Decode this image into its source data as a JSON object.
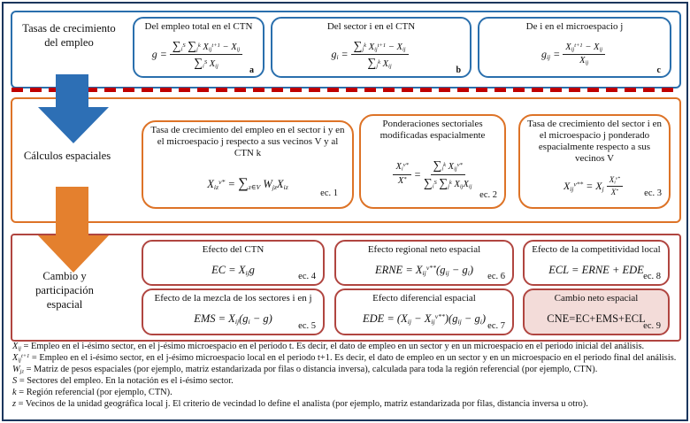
{
  "sections": {
    "top": {
      "label": "Tasas de crecimiento del empleo",
      "boxes": [
        {
          "title": "Del empleo total en el CTN",
          "lhs": "g =",
          "num": "∑_{i}^{S} ∑_{j}^{k} X_{ij}^{t+1} − X_{ij}",
          "den": "∑_{i}^{S} X_{ij}",
          "tag": "a"
        },
        {
          "title": "Del sector i en el CTN",
          "lhs": "g_{i} =",
          "num": "∑_{j}^{k} X_{ij}^{t+1} − X_{ij}",
          "den": "∑_{j}^{k} X_{ij}",
          "tag": "b"
        },
        {
          "title": "De i en el microespacio j",
          "lhs": "g_{ij} =",
          "num": "X_{ij}^{t+1} − X_{ij}",
          "den": "X_{ij}",
          "tag": "c"
        }
      ]
    },
    "middle": {
      "label": "Cálculos espaciales",
      "boxes": [
        {
          "title": "Tasa de crecimiento del empleo en el sector i y en el microespacio j respecto a sus vecinos V y al CTN k",
          "formula": "X_{iz}^{v*} = ∑_{z∈V} W_{jz}X_{iz}",
          "tag": "ec. 1"
        },
        {
          "title": "Ponderaciones sectoriales modificadas espacialmente",
          "lnum": "X_{i}^{v*}",
          "lden": "X^{*}",
          "eq": "=",
          "rnum": "∑_{i}^{k} X_{ij}^{v*}",
          "rden": "∑_{i}^{S} ∑_{j}^{k} X_{ij}X_{ij}",
          "tag": "ec. 2"
        },
        {
          "title": "Tasa de crecimiento del sector i en el microespacio j ponderado espacialmente respecto a sus vecinos V",
          "lhs": "X_{ij}^{v**} = X_{j}",
          "num": "X_{i}^{v*}",
          "den": "X^{*}",
          "tag": "ec. 3"
        }
      ]
    },
    "bottom": {
      "label": "Cambio y participación espacial",
      "boxes": [
        {
          "title": "Efecto del CTN",
          "formula": "EC = X_{ij}g",
          "tag": "ec. 4"
        },
        {
          "title": "Efecto regional neto espacial",
          "formula": "ERNE = X_{ij}^{v**}(g_{ij} − g_{i})",
          "tag": "ec. 6"
        },
        {
          "title": "Efecto de la competitividad local",
          "formula": "ECL = ERNE + EDE",
          "tag": "ec. 8"
        },
        {
          "title": "Efecto de la mezcla de los sectores i en j",
          "formula": "EMS = X_{ij}(g_{i} − g)",
          "tag": "ec. 5"
        },
        {
          "title": "Efecto diferencial espacial",
          "formula": "EDE = (X_{ij} − X_{ij}^{v**})(g_{ij} − g_{i})",
          "tag": "ec. 7"
        },
        {
          "title": "Cambio neto espacial",
          "formula": "CNE=EC+EMS+ECL",
          "tag": "ec. 9"
        }
      ]
    }
  },
  "footnotes": [
    {
      "sym": "X_{ij}",
      "text": "= Empleo en el i-ésimo sector, en el j-ésimo microespacio en el periodo t. Es decir, el dato de empleo en un sector y en un microespacio en el periodo inicial del análisis."
    },
    {
      "sym": "X_{ij}^{t+1}",
      "text": "= Empleo en el i-ésimo sector, en el j-ésimo microespacio local en el periodo t+1. Es decir, el dato de empleo en un sector y en un microespacio en el periodo final del análisis."
    },
    {
      "sym": "W_{jz}",
      "text": "= Matriz de pesos espaciales (por ejemplo, matriz estandarizada por filas o distancia inversa), calculada para toda la región referencial (por ejemplo, CTN)."
    },
    {
      "sym": "S",
      "text": "= Sectores del empleo. En la notación es el i-ésimo sector."
    },
    {
      "sym": "k",
      "text": "= Región referencial (por ejemplo, CTN)."
    },
    {
      "sym": "z",
      "text": "= Vecinos de la unidad geográfica local j. El criterio de vecindad lo define el analista (por ejemplo, matriz estandarizada por filas, distancia inversa u otro)."
    }
  ],
  "colors": {
    "frame": "#1b365d",
    "top_accent": "#2a6fad",
    "divider_red": "#c00000",
    "middle_accent": "#dd7327",
    "bottom_accent": "#b04540",
    "highlight_fill": "#f3dcd9",
    "arrow_blue": "#2d6fb5",
    "arrow_orange": "#e4802e"
  }
}
